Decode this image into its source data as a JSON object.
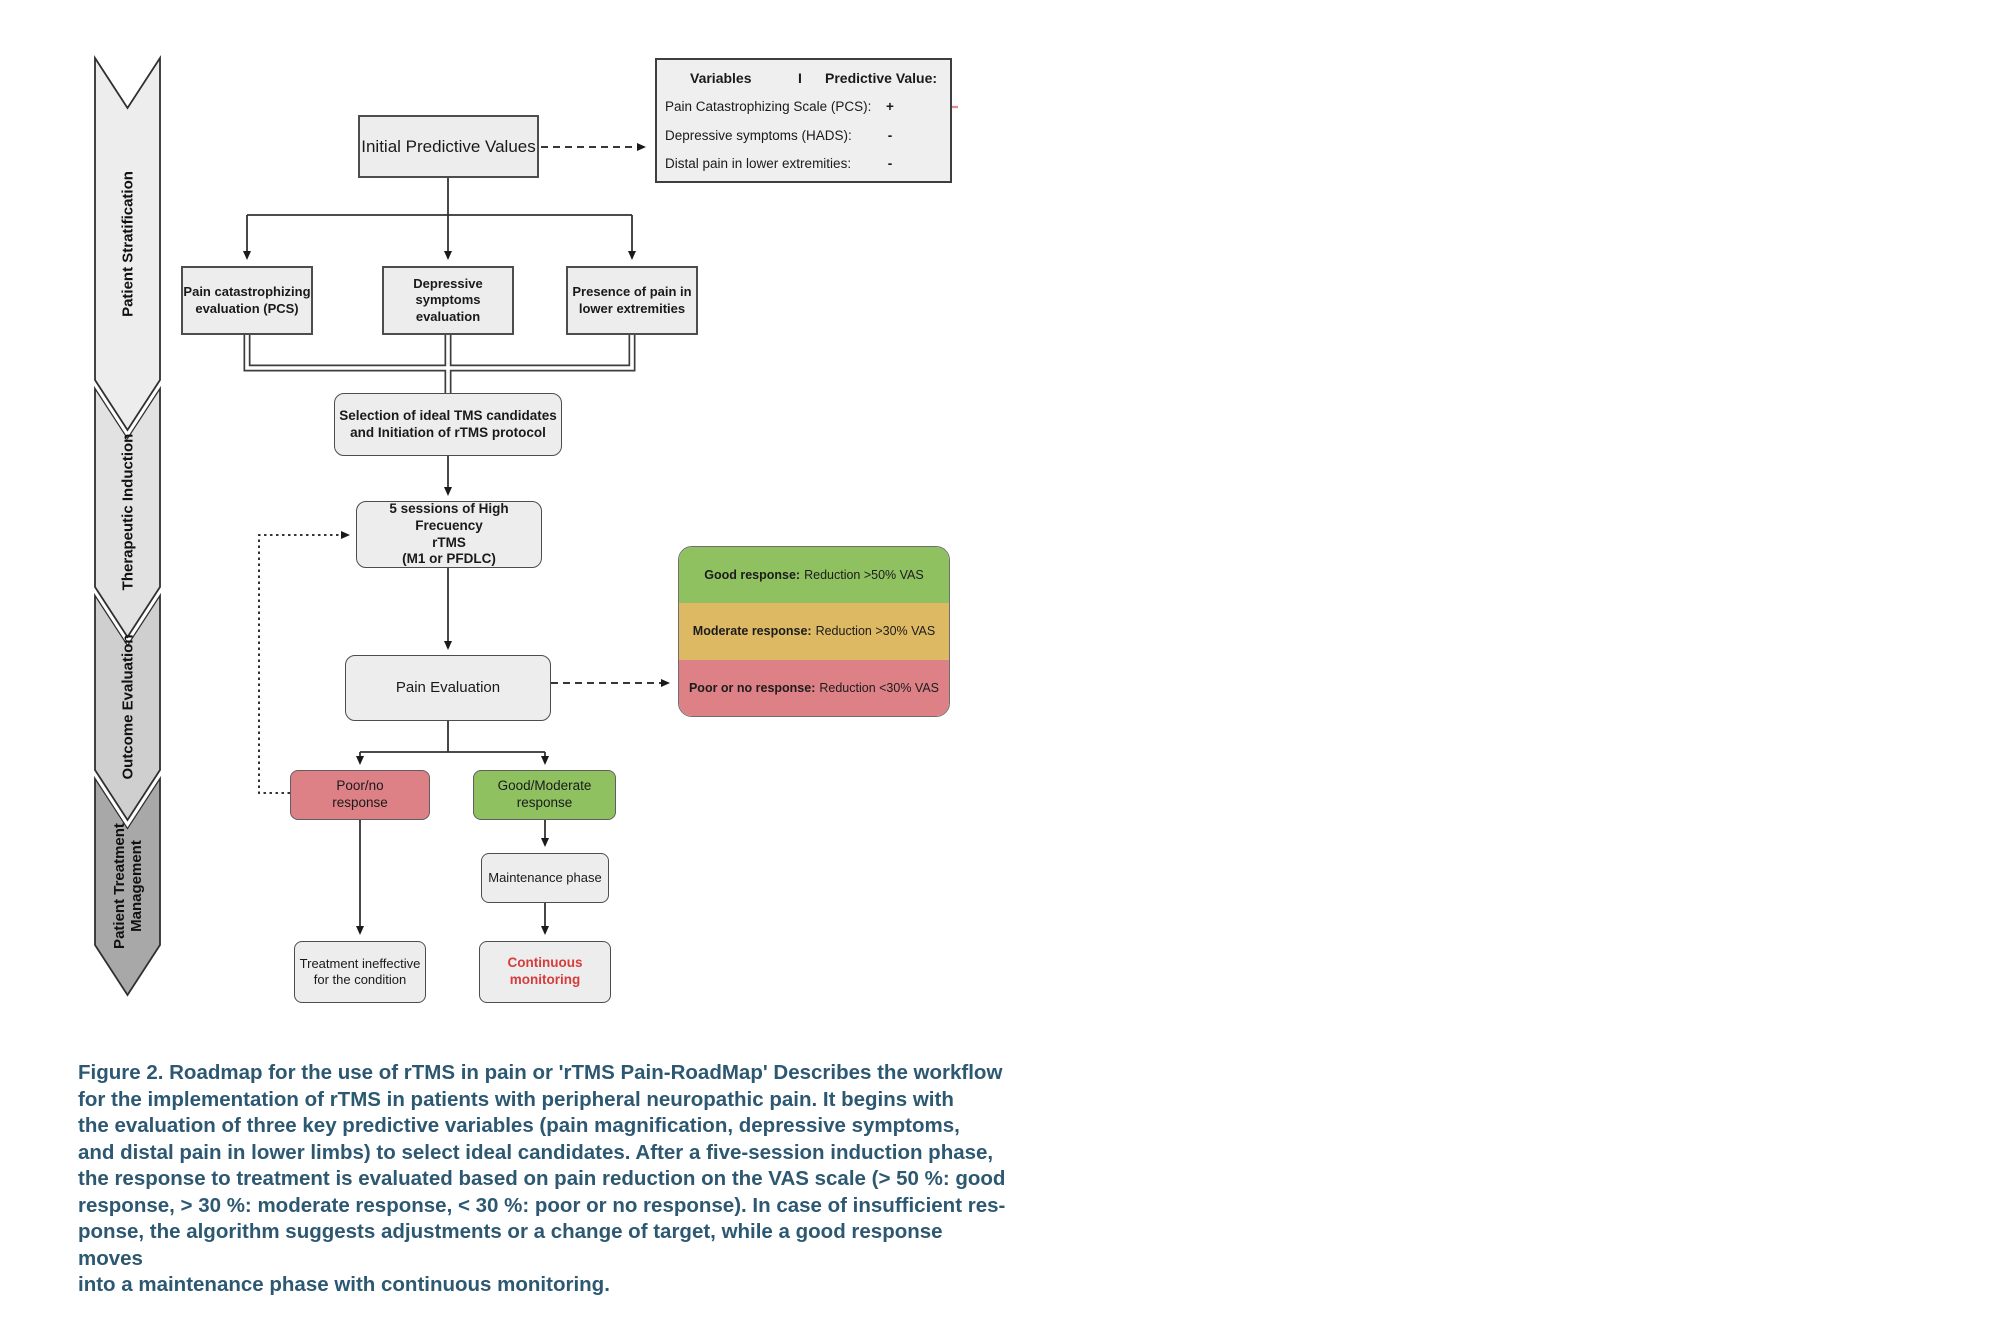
{
  "figure": {
    "chevrons": [
      {
        "label": "Patient Stratification"
      },
      {
        "label": "Therapeutic Induction"
      },
      {
        "label": "Outcome Evaluation"
      },
      {
        "label": "Patient Treatment\nManagement"
      }
    ],
    "predictive_table": {
      "header": {
        "col1": "Variables",
        "divider": "I",
        "col2": "Predictive Value:"
      },
      "rows": [
        {
          "variable": "Pain Catastrophizing Scale (PCS):",
          "value": "+"
        },
        {
          "variable": "Depressive symptoms (HADS):",
          "value": "-"
        },
        {
          "variable": "Distal pain in lower extremities:",
          "value": "-"
        }
      ]
    },
    "nodes": {
      "initial": "Initial Predictive Values",
      "pcs_eval": "Pain catastrophizing\nevaluation (PCS)",
      "depressive_eval": "Depressive symptoms\nevaluation",
      "lower_pain_eval": "Presence of pain in\nlower extremities",
      "selection": "Selection of ideal TMS candidates\nand Initiation of rTMS protocol",
      "sessions": "5 sessions of High Frecuency\nrTMS\n(M1 or PFDLC)",
      "pain_evaluation": "Pain Evaluation",
      "poor_response": "Poor/no\nresponse",
      "good_response": "Good/Moderate\nresponse",
      "maintenance": "Maintenance phase",
      "continuous": "Continuous\nmonitoring",
      "ineffective": "Treatment ineffective\nfor the condition"
    },
    "response_scale": [
      {
        "label": "Good response:",
        "text": "Reduction >50% VAS",
        "color": "#8fc161"
      },
      {
        "label": "Moderate response:",
        "text": "Reduction >30% VAS",
        "color": "#ddb964"
      },
      {
        "label": "Poor or no response:",
        "text": "Reduction <30% VAS",
        "color": "#dd8186"
      }
    ],
    "caption": "Figure 2. Roadmap for the use of rTMS in pain or 'rTMS Pain-RoadMap' Describes the workflow\nfor the implementation of rTMS in patients with peripheral neuropathic pain. It begins with\nthe evaluation of three key predictive variables (pain magnification, depressive symptoms,\nand distal pain in lower limbs) to select ideal candidates. After a five-session induction phase,\nthe response to treatment is evaluated based on pain reduction on the VAS scale (> 50 %: good\nresponse, > 30 %: moderate response, < 30 %: poor or no response). In case of insufficient res-\nponse, the algorithm suggests adjustments or a change of target, while a good response moves\ninto a maintenance phase with continuous monitoring."
  },
  "colors": {
    "good_response": "#8fc161",
    "moderate_response": "#ddb964",
    "poor_response": "#dd8186",
    "alert_text": "#d63c3c",
    "caption_text": "#2d5872",
    "annotation_line": "#e8898b",
    "chevron_fills": [
      "#ededed",
      "#e2e2e2",
      "#cfcfcf",
      "#a8a8a8"
    ]
  }
}
